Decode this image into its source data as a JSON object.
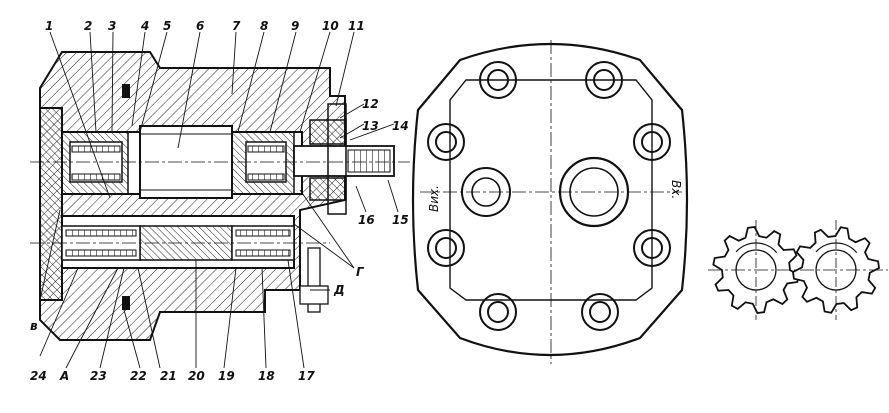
{
  "section_view": {
    "callouts_top": [
      "1",
      "2",
      "3",
      "4",
      "5",
      "6",
      "7",
      "8",
      "9",
      "10",
      "11"
    ],
    "callouts_right": [
      "12",
      "13",
      "14",
      "15",
      "16"
    ],
    "callouts_bottom": [
      "24",
      "A",
      "23",
      "22",
      "21",
      "20",
      "19",
      "18",
      "17"
    ],
    "label_b": "в",
    "label_g": "Г",
    "label_d": "Д"
  },
  "end_view": {
    "port_left": "Вих.",
    "port_right": "Вх."
  }
}
